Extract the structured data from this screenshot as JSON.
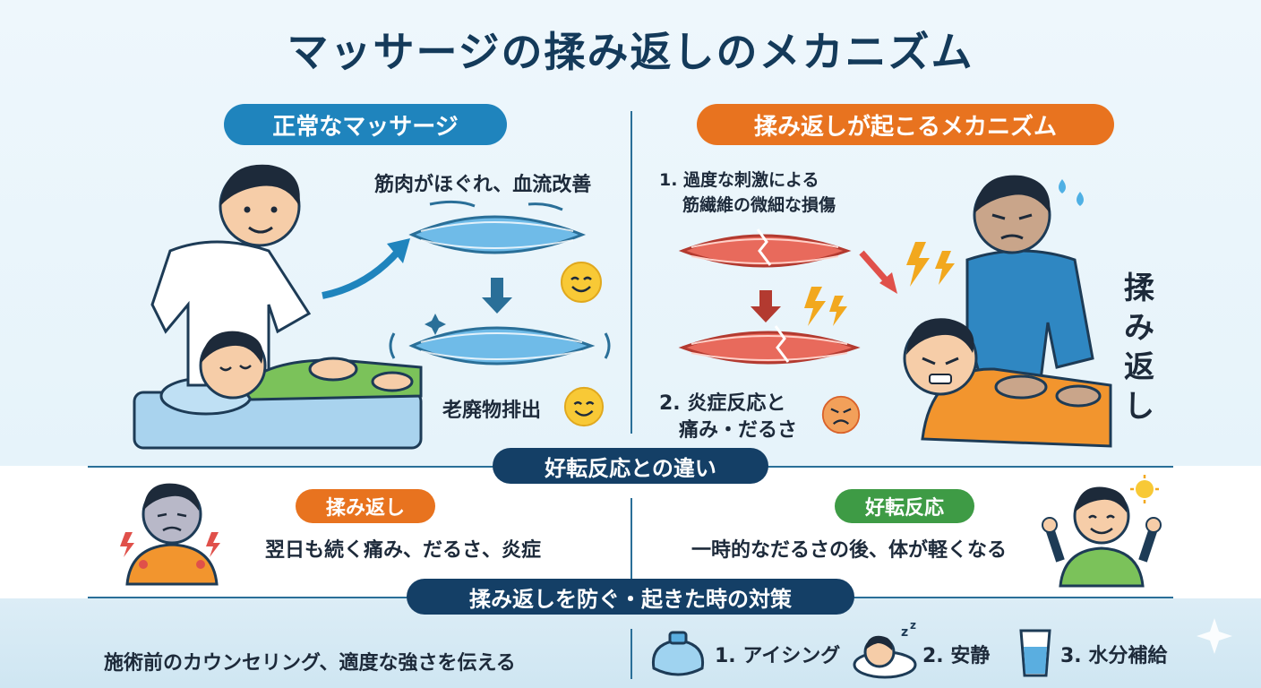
{
  "title": "マッサージの揉み返しのメカニズム",
  "left_panel": {
    "heading": "正常なマッサージ",
    "caption_top": "筋肉がほぐれ、血流改善",
    "caption_bottom": "老廃物排出"
  },
  "right_panel": {
    "heading": "揉み返しが起こるメカニズム",
    "step1_line1": "1. 過度な刺激による",
    "step1_line2": "筋繊維の微細な損傷",
    "step2_line1": "2. 炎症反応と",
    "step2_line2": "痛み・だるさ",
    "vertical_label": [
      "揉",
      "み",
      "返",
      "し"
    ]
  },
  "comparison": {
    "heading": "好転反応との違い",
    "left_badge": "揉み返し",
    "left_text": "翌日も続く痛み、だるさ、炎症",
    "right_badge": "好転反応",
    "right_text": "一時的なだるさの後、体が軽くなる"
  },
  "measures": {
    "heading": "揉み返しを防ぐ・起きた時の対策",
    "prevention": "施術前のカウンセリング、適度な強さを伝える",
    "items": [
      {
        "label": "1. アイシング",
        "icon": "ice-bag-icon"
      },
      {
        "label": "2. 安静",
        "icon": "sleeping-icon"
      },
      {
        "label": "3. 水分補給",
        "icon": "water-glass-icon"
      }
    ]
  },
  "colors": {
    "blue": "#1f84bd",
    "orange": "#e8731f",
    "navy": "#143f66",
    "green": "#3e9b45",
    "muscle_blue": "#5aaee0",
    "muscle_red": "#e0504a"
  }
}
